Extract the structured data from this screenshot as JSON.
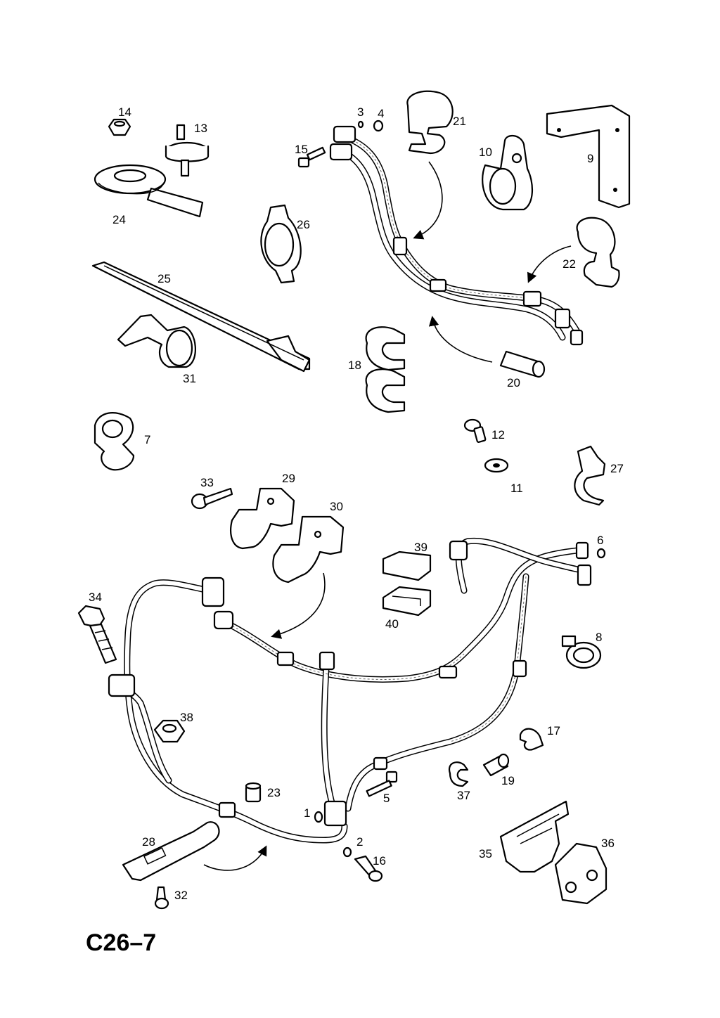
{
  "diagram": {
    "code": "C26–7",
    "callouts": [
      "1",
      "2",
      "3",
      "4",
      "5",
      "6",
      "7",
      "8",
      "9",
      "10",
      "11",
      "12",
      "13",
      "14",
      "15",
      "16",
      "17",
      "18",
      "19",
      "20",
      "21",
      "22",
      "23",
      "24",
      "25",
      "26",
      "27",
      "28",
      "29",
      "30",
      "31",
      "32",
      "33",
      "34",
      "35",
      "36",
      "37",
      "38",
      "39",
      "40"
    ]
  }
}
